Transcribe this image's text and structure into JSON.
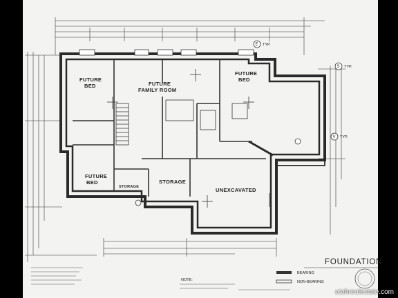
{
  "rooms": {
    "future_bed_1": [
      "FUTURE",
      "BED"
    ],
    "family_room": [
      "FUTURE",
      "FAMILY ROOM"
    ],
    "future_bed_2": [
      "FUTURE",
      "BED"
    ],
    "future_bed_3": [
      "FUTURE",
      "BED"
    ],
    "storage_small": "STORAGE",
    "storage": "STORAGE",
    "unexcavated": "UNEXCAVATED"
  },
  "markers": {
    "typ_top": "TYP.",
    "typ_right": "TYP.",
    "typ_v": "TYP."
  },
  "sheet": {
    "title": "FOUNDATION",
    "legend_bearing": "BEARING",
    "legend_non_bearing": "NON-BEARING",
    "note_label": "NOTE:"
  },
  "watermark": "utahrealestate.com",
  "colors": {
    "paper": "#f3f3f1",
    "ink": "#2a2a2a",
    "background": "#000000"
  }
}
